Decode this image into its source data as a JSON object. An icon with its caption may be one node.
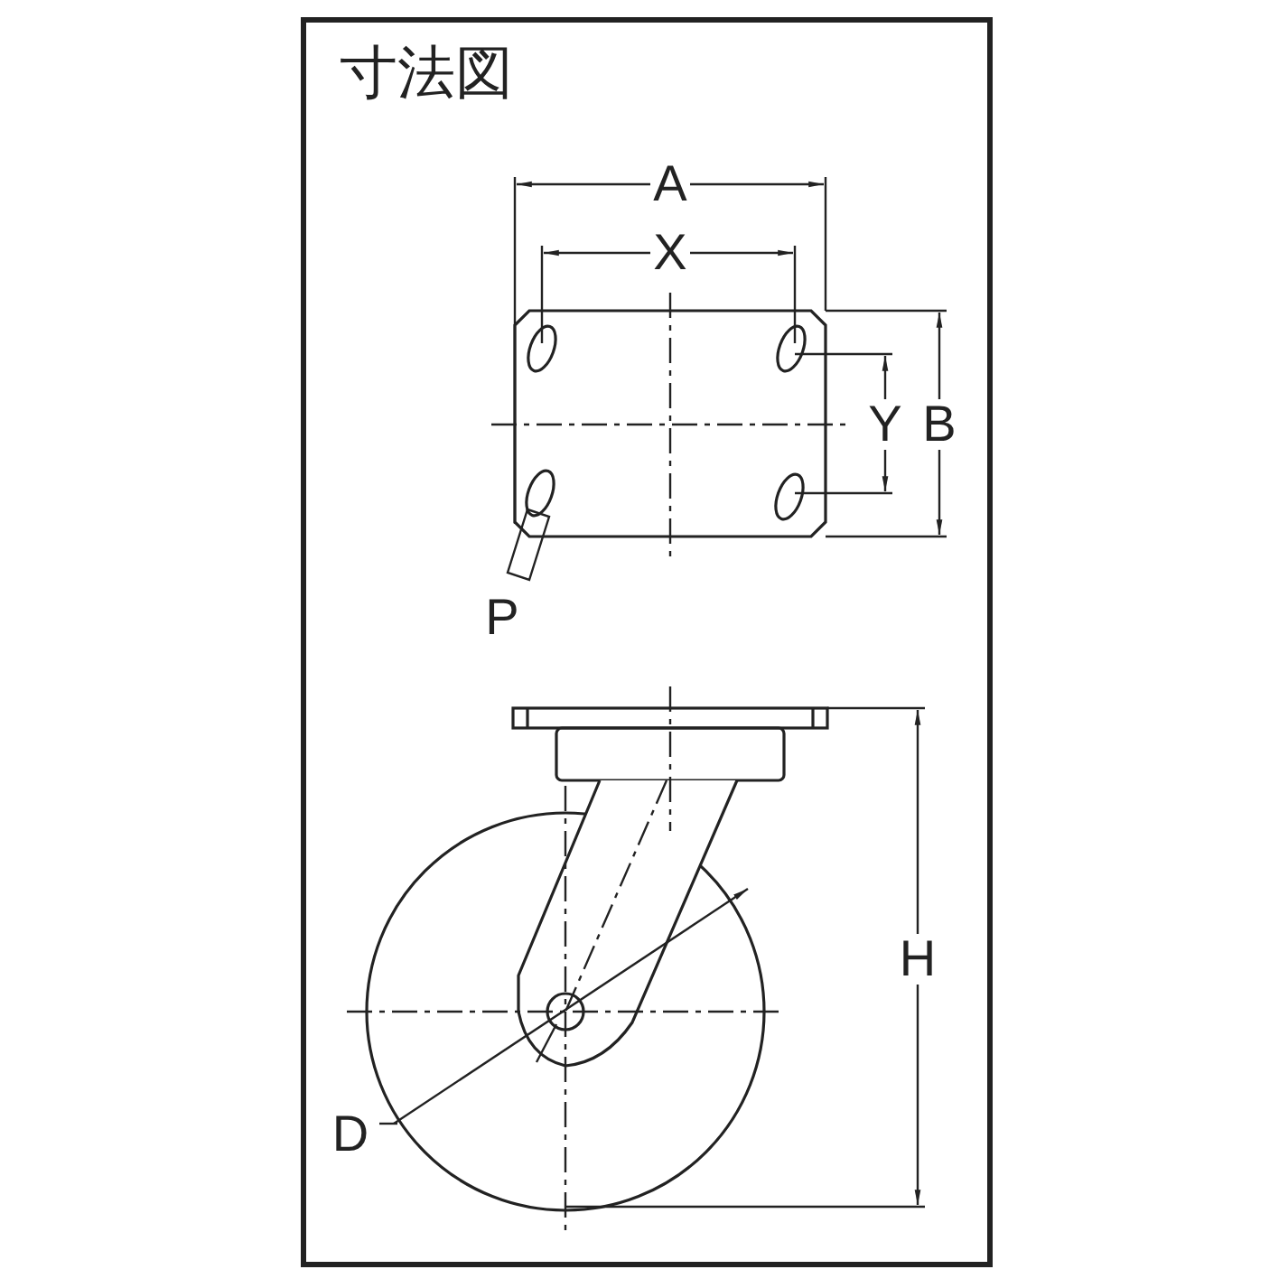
{
  "diagram": {
    "title": "寸法図",
    "labels": [
      "A",
      "X",
      "Y",
      "B",
      "P",
      "H",
      "D"
    ]
  }
}
